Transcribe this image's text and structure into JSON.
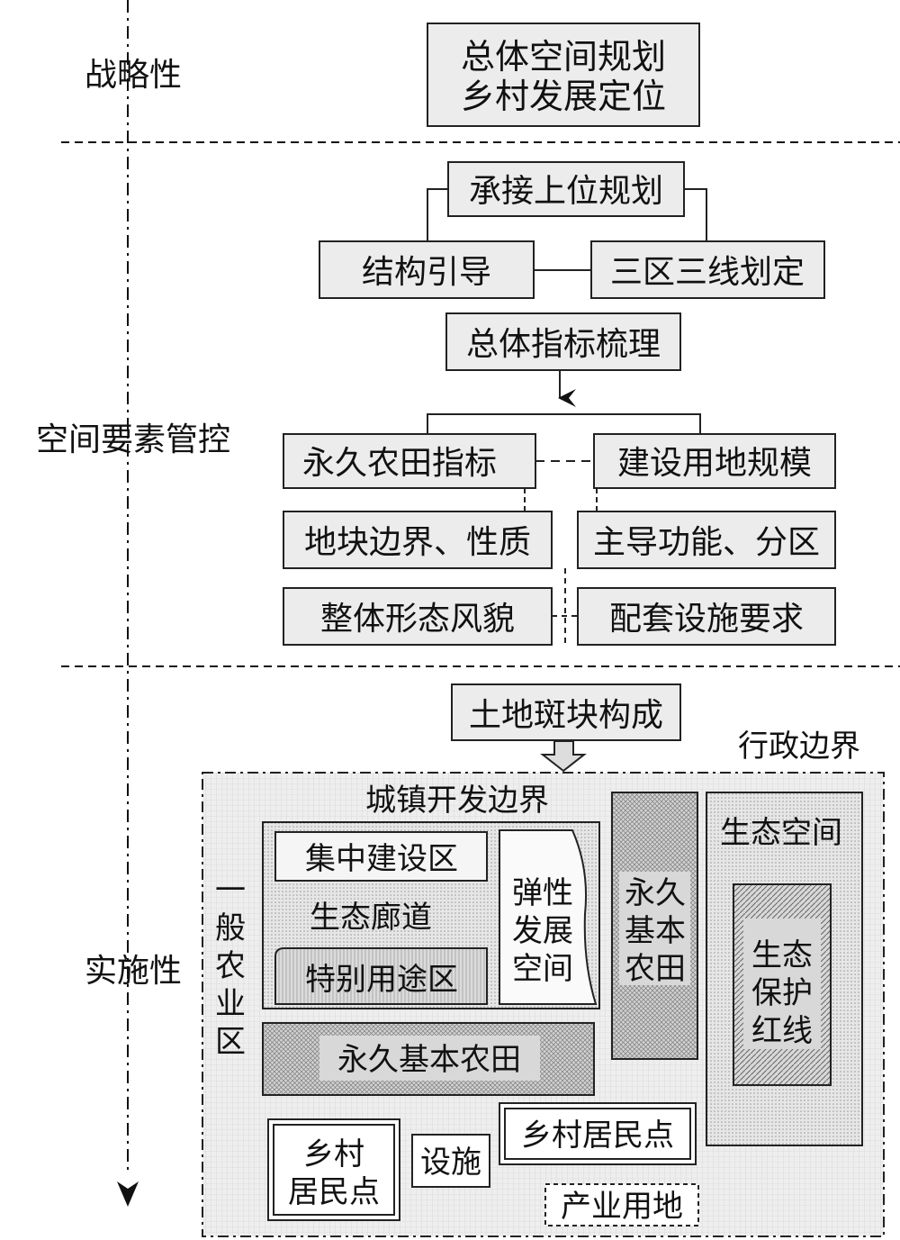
{
  "levels": {
    "strategic": "战略性",
    "element_control": "空间要素管控",
    "implementation": "实施性"
  },
  "top_box": {
    "line1": "总体空间规划",
    "line2": "乡村发展定位"
  },
  "middle": {
    "inherit": "承接上位规划",
    "structure": "结构引导",
    "three_zones": "三区三线划定",
    "indicators": "总体指标梳理",
    "farmland_indicator": "永久农田指标",
    "construction_scale": "建设用地规模",
    "plot_boundary": "地块边界、性质",
    "main_function": "主导功能、分区",
    "overall_form": "整体形态风貌",
    "facility_requirement": "配套设施要求"
  },
  "bottom": {
    "land_patch": "土地斑块构成",
    "admin_boundary": "行政边界",
    "town_boundary": "城镇开发边界",
    "concentrated_zone": "集中建设区",
    "eco_corridor": "生态廊道",
    "special_zone": "特别用途区",
    "elastic_space": [
      "弹性",
      "发展",
      "空间"
    ],
    "general_agri": [
      "一",
      "般",
      "农",
      "业",
      "区"
    ],
    "basic_farmland_h": "永久基本农田",
    "basic_farmland_v": [
      "永久",
      "基本",
      "农田"
    ],
    "eco_space": "生态空间",
    "eco_redline": [
      "生态",
      "保护",
      "红线"
    ],
    "rural_settlement_a": [
      "乡村",
      "居民点"
    ],
    "facilities": "设施",
    "rural_settlement_b": "乡村居民点",
    "industrial_land": "产业用地"
  }
}
